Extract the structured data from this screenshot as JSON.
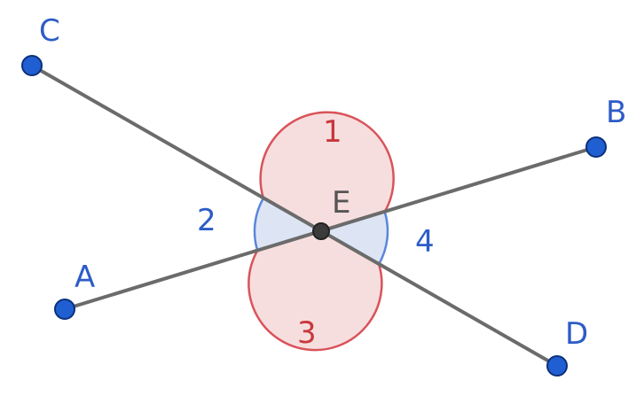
{
  "colors": {
    "segment": "#6b6b6b",
    "point_fill": "#1f5fd1",
    "point_stroke": "#0d2f7a",
    "center_fill": "#3b3b3b",
    "point_label": "#2d5cc7",
    "center_label": "#555555",
    "red_angle_fill": "#f7dede",
    "red_angle_stroke": "#d9535a",
    "red_angle_label": "#c8373d",
    "blue_angle_fill": "#dde5f5",
    "blue_angle_stroke": "#5b86d9",
    "blue_angle_label": "#2d5cc7"
  },
  "points": {
    "A": {
      "label": "A"
    },
    "B": {
      "label": "B"
    },
    "C": {
      "label": "C"
    },
    "D": {
      "label": "D"
    },
    "E": {
      "label": "E"
    }
  },
  "angles": {
    "angle1": {
      "label": "1"
    },
    "angle2": {
      "label": "2"
    },
    "angle3": {
      "label": "3"
    },
    "angle4": {
      "label": "4"
    }
  }
}
